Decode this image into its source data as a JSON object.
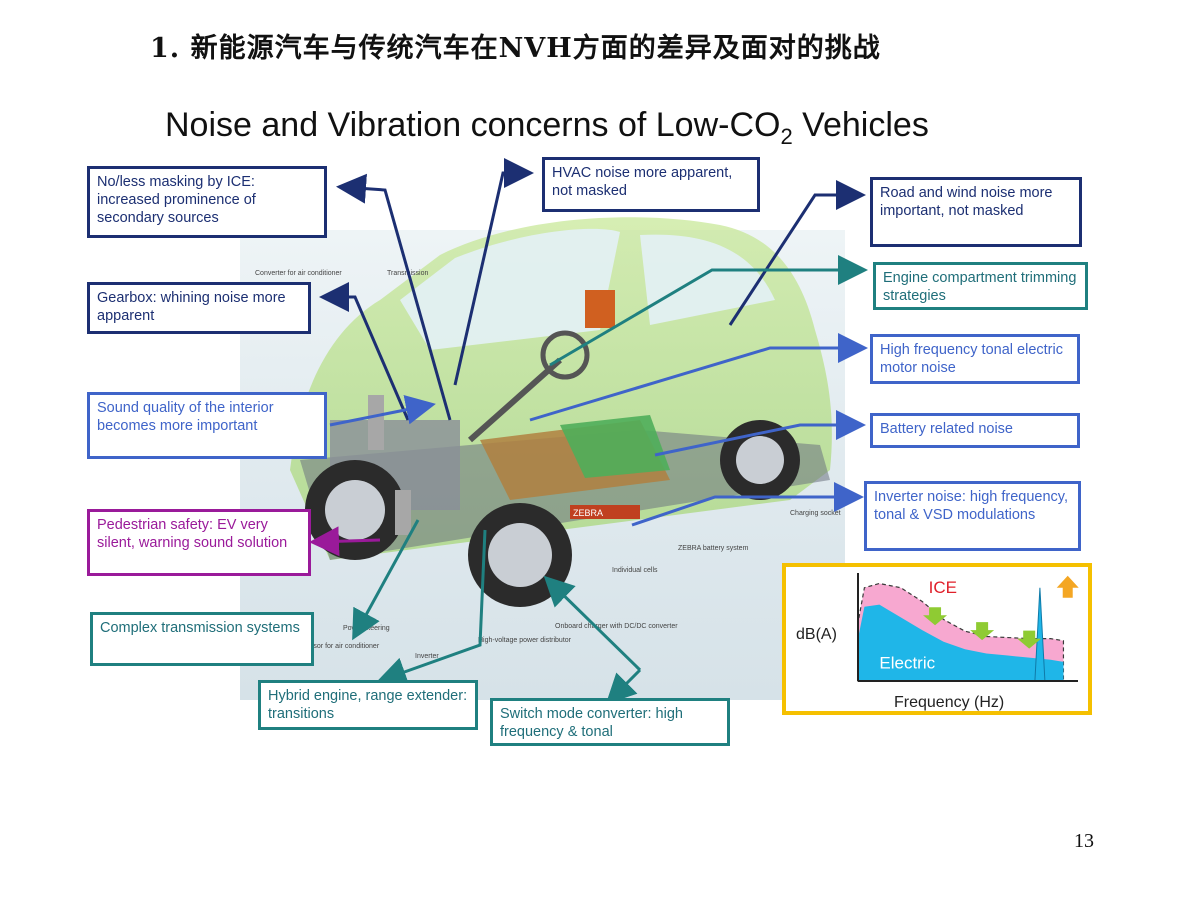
{
  "slide": {
    "heading": "1.  新能源汽车与传统汽车在NVH方面的差异及面对的挑战",
    "subtitle_main": "Noise and Vibration concerns of Low-CO",
    "subtitle_sub": "2",
    "subtitle_end": " Vehicles",
    "page_number": "13"
  },
  "car_labels": {
    "air_conditioner": "Converter for air conditioner",
    "transmission": "Transmission",
    "power_steering": "Power steering",
    "compressor": "Compressor for air conditioner",
    "inverter": "Inverter",
    "hv_distributor": "High-voltage power distributor",
    "onboard_charger": "Onboard charger with DC/DC converter",
    "cells": "Individual cells",
    "zebra": "ZEBRA battery system",
    "charging_socket": "Charging socket",
    "battery_brand": "ZEBRA"
  },
  "callouts": {
    "masking": "No/less masking by ICE: increased prominence of secondary sources",
    "hvac": "HVAC noise more apparent, not masked",
    "road_wind": "Road and wind noise more important, not masked",
    "engine_trim": "Engine compartment trimming strategies",
    "gearbox": "Gearbox: whining noise more apparent",
    "hf_motor": "High frequency tonal electric motor noise",
    "sound_quality": "Sound quality of the interior becomes more important",
    "battery": "Battery related noise",
    "inverter": "Inverter noise: high frequency, tonal & VSD modulations",
    "pedestrian": "Pedestrian safety: EV very silent, warning sound solution",
    "transmission": "Complex transmission systems",
    "hybrid": "Hybrid engine, range extender: transitions",
    "switch_mode": "Switch mode converter: high frequency & tonal"
  },
  "chart_data": {
    "type": "area",
    "title": "",
    "xlabel": "Frequency (Hz)",
    "ylabel": "dB(A)",
    "xlim": [
      0,
      1
    ],
    "ylim": [
      0,
      1
    ],
    "series": [
      {
        "name": "ICE",
        "color": "#f7a8d0",
        "x": [
          0,
          0.03,
          0.1,
          0.2,
          0.3,
          0.4,
          0.5,
          0.6,
          0.7,
          0.8,
          0.9,
          0.96
        ],
        "y": [
          0.55,
          0.88,
          0.92,
          0.88,
          0.75,
          0.58,
          0.47,
          0.42,
          0.41,
          0.4,
          0.4,
          0.38
        ]
      },
      {
        "name": "Electric",
        "color": "#1fb6e8",
        "x": [
          0,
          0.03,
          0.1,
          0.2,
          0.3,
          0.4,
          0.5,
          0.6,
          0.7,
          0.8,
          0.9,
          0.96
        ],
        "y": [
          0.4,
          0.7,
          0.72,
          0.6,
          0.48,
          0.37,
          0.3,
          0.26,
          0.24,
          0.22,
          0.2,
          0.18
        ]
      }
    ],
    "annotations": [
      {
        "type": "tonal-peak",
        "x": 0.85,
        "y": 0.88
      },
      {
        "type": "arrow-down",
        "x": 0.36,
        "y": 0.62
      },
      {
        "type": "arrow-down",
        "x": 0.58,
        "y": 0.48
      },
      {
        "type": "arrow-down",
        "x": 0.8,
        "y": 0.4
      },
      {
        "type": "arrow-up",
        "x": 0.98,
        "y": 0.88
      }
    ],
    "colors": {
      "axis": "#222222",
      "ice_edge": "#3a3a3a",
      "down_arrow": "#8fcb33",
      "up_arrow": "#f4a623",
      "frame": "#f5c000"
    }
  }
}
